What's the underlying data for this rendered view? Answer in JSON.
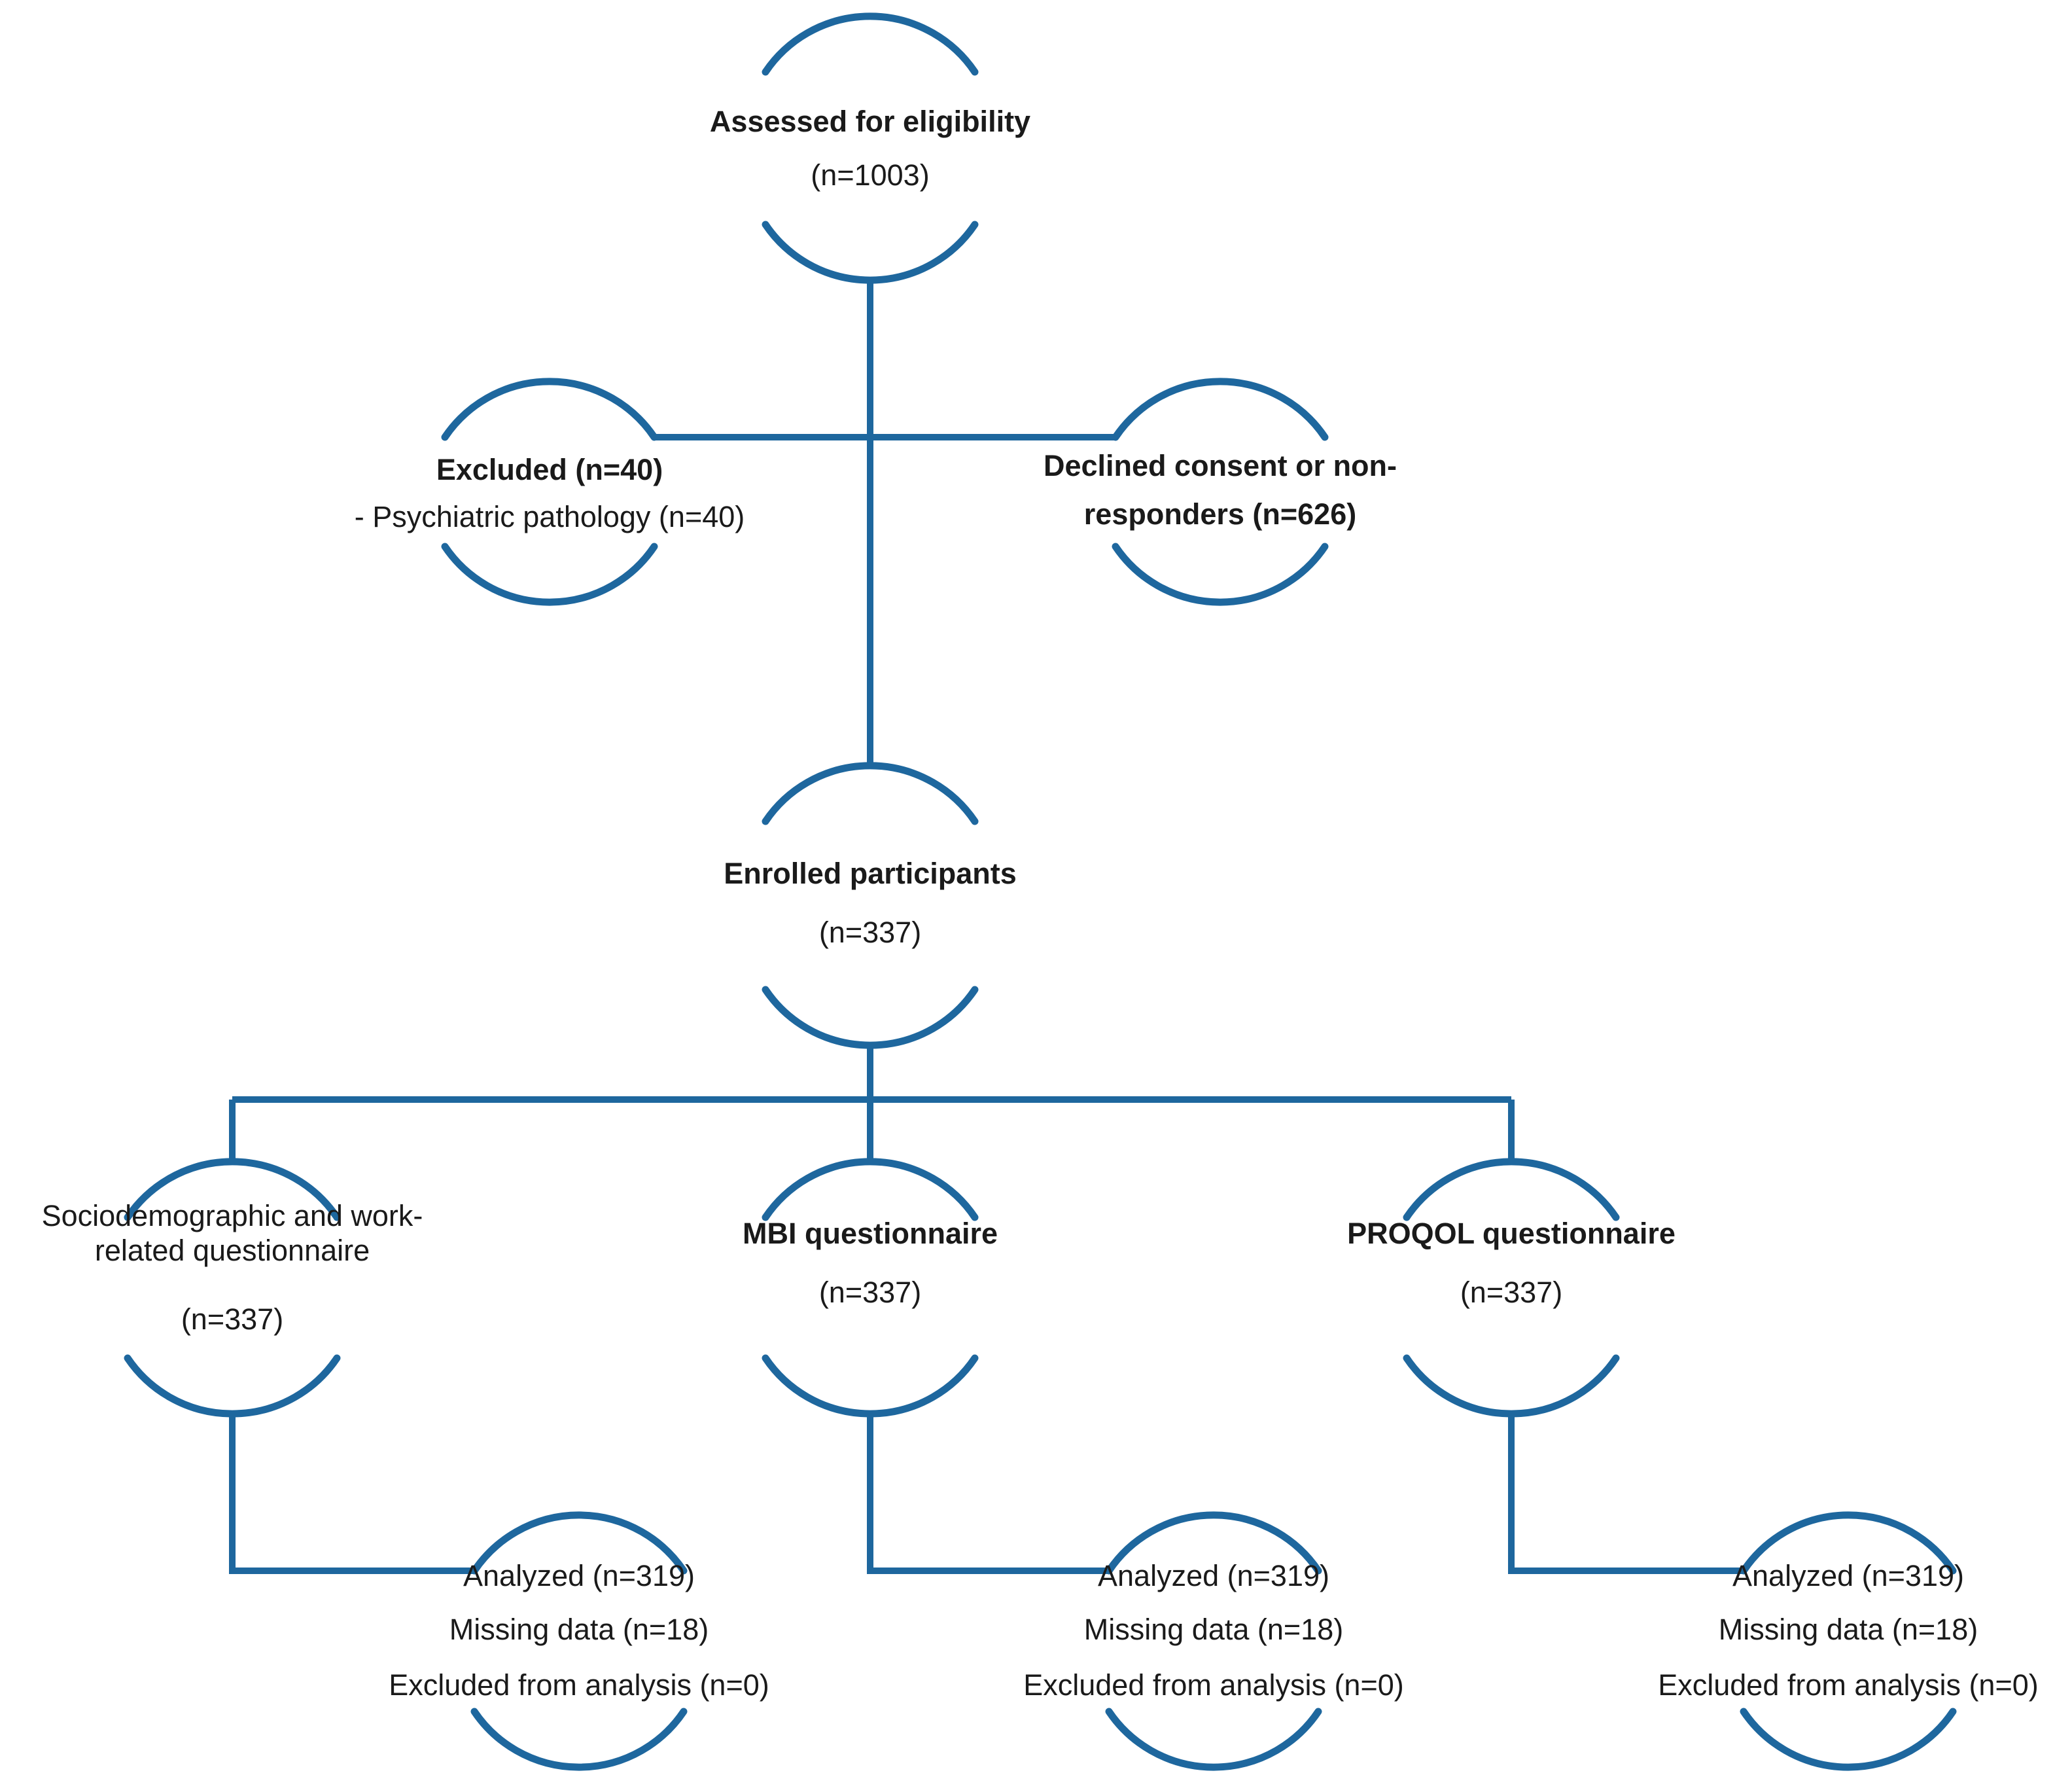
{
  "figure": {
    "kind": "study-flow-diagram",
    "colors": {
      "accent": "#1e679e",
      "text": "#1a1a1a",
      "background": "#ffffff"
    },
    "nodes": {
      "assessed": {
        "title": "Assessed for eligibility",
        "count": "(n=1003)"
      },
      "excluded": {
        "title": "Excluded (n=40)",
        "reason": "- Psychiatric pathology (n=40)"
      },
      "declined": {
        "title_line1": "Declined consent or non-",
        "title_line2": "responders (n=626)"
      },
      "enrolled": {
        "title": "Enrolled participants",
        "count": "(n=337)"
      },
      "sociodemographic": {
        "title_line1": "Sociodemographic and work-",
        "title_line2": "related questionnaire",
        "count": "(n=337)"
      },
      "mbi": {
        "title": "MBI questionnaire",
        "count": "(n=337)"
      },
      "proqol": {
        "title": "PROQOL questionnaire",
        "count": "(n=337)"
      },
      "analyzed_sociodemographic": {
        "analyzed": "Analyzed (n=319)",
        "missing": "Missing data (n=18)",
        "excluded": "Excluded from analysis (n=0)"
      },
      "analyzed_mbi": {
        "analyzed": "Analyzed (n=319)",
        "missing": "Missing data (n=18)",
        "excluded": "Excluded from analysis (n=0)"
      },
      "analyzed_proqol": {
        "analyzed": "Analyzed (n=319)",
        "missing": "Missing data (n=18)",
        "excluded": "Excluded from analysis (n=0)"
      }
    }
  }
}
